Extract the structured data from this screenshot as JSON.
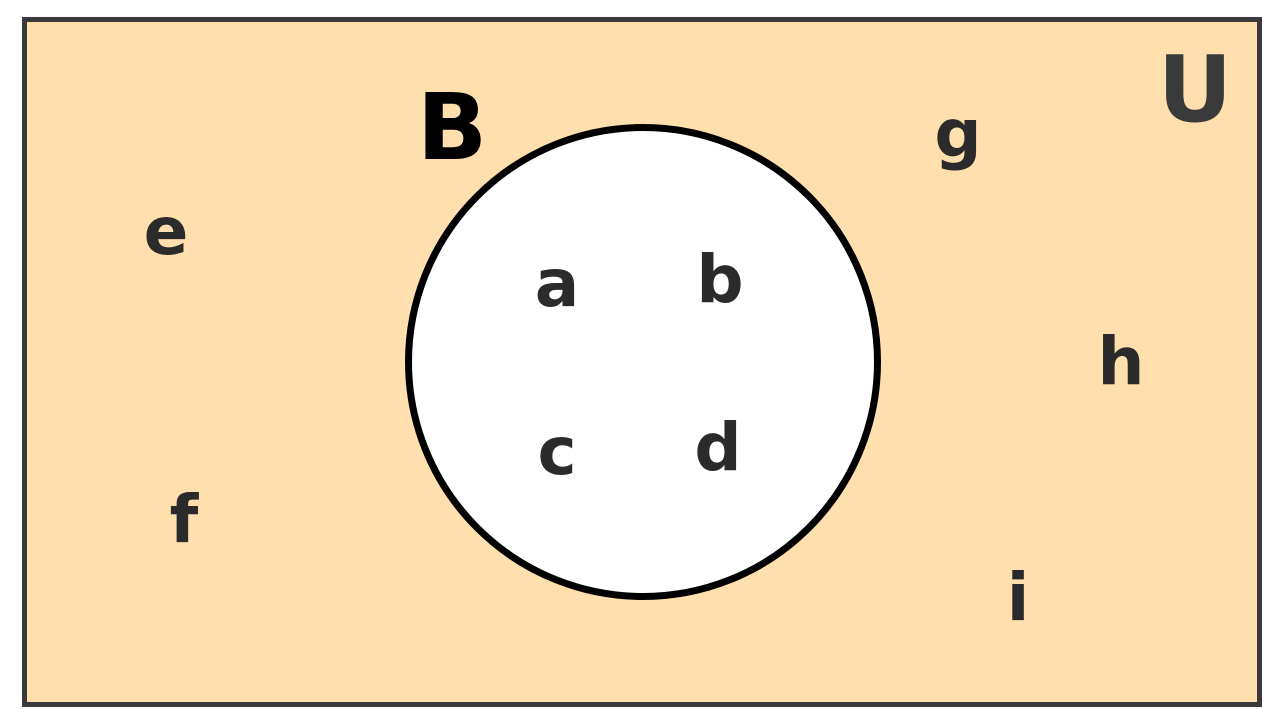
{
  "diagram": {
    "universe_label": "U",
    "set_label": "B",
    "inside_set": [
      "a",
      "b",
      "c",
      "d"
    ],
    "outside_set": [
      "e",
      "f",
      "g",
      "h",
      "i"
    ]
  },
  "colors": {
    "universe_fill": "#ffdfad",
    "universe_border": "#3a3a3a",
    "set_fill": "#ffffff",
    "set_border": "#000000",
    "text": "#2b2b2b"
  }
}
